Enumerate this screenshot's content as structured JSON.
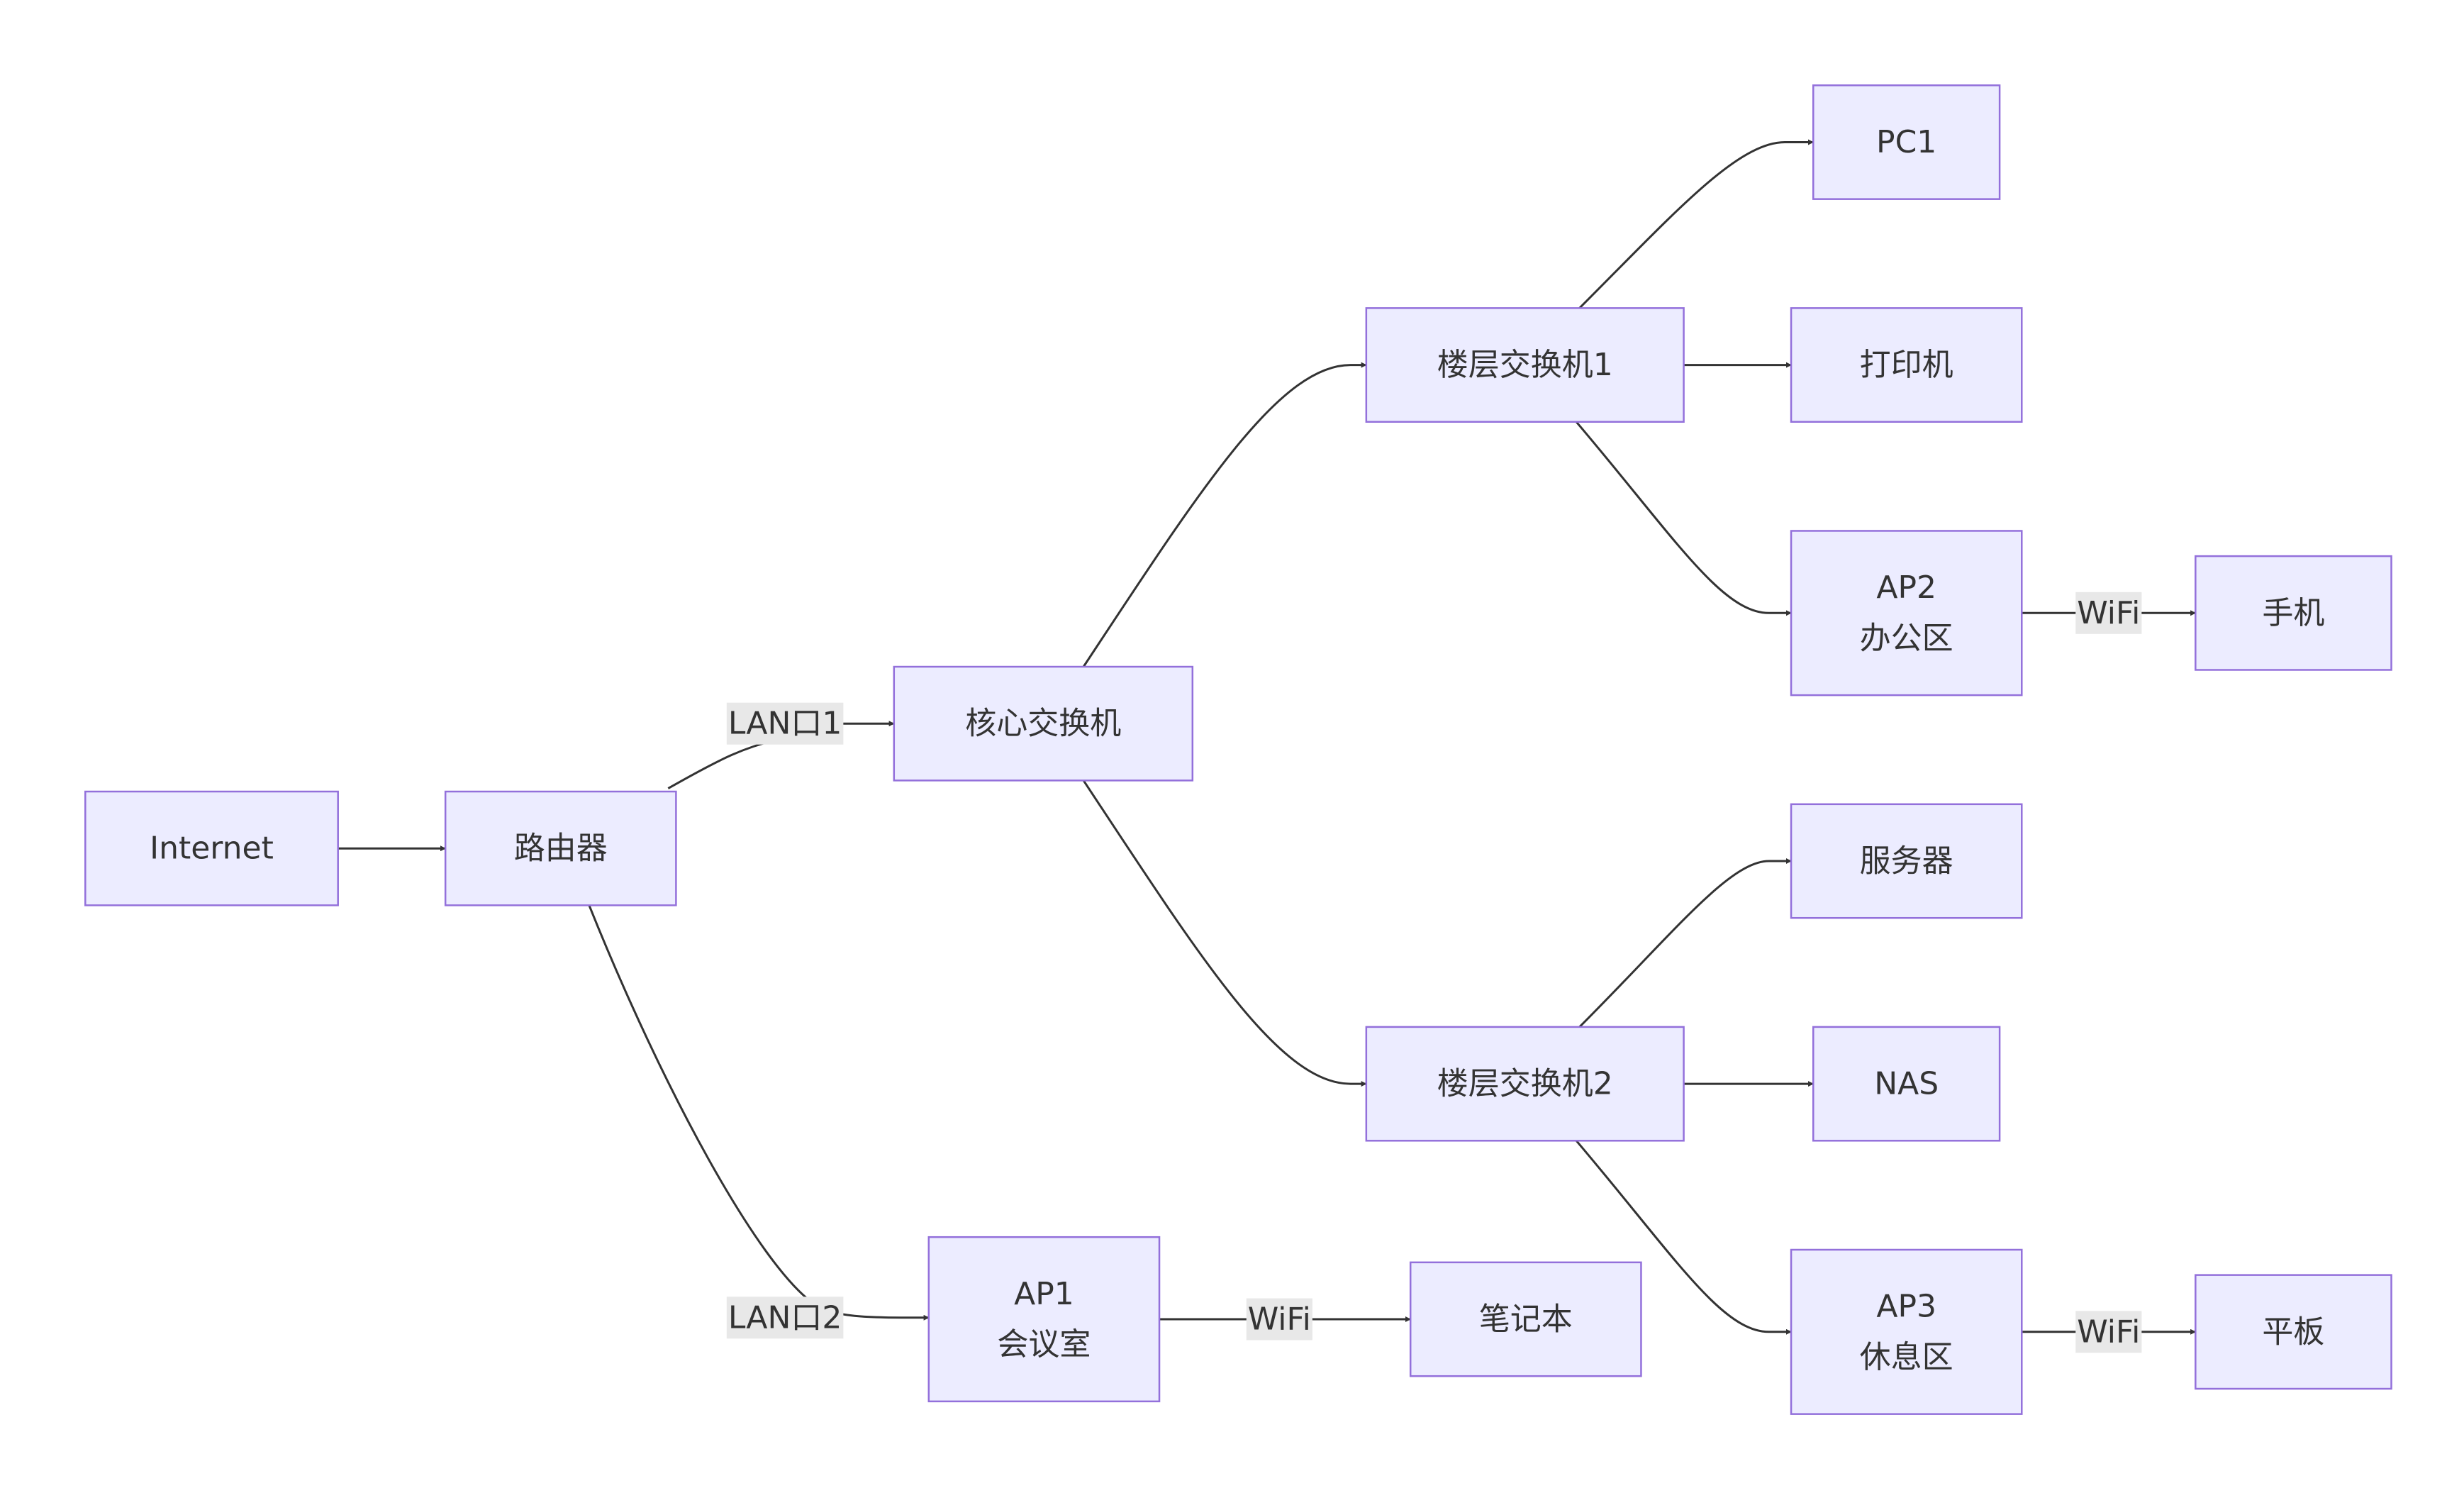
{
  "diagram": {
    "type": "flowchart",
    "colors": {
      "node_fill": "#ECECFF",
      "node_stroke": "#9370DB",
      "edge": "#333333",
      "label_bg": "#e8e8e8"
    },
    "nodes": [
      {
        "id": "internet",
        "lines": [
          "Internet"
        ]
      },
      {
        "id": "router",
        "lines": [
          "路由器"
        ]
      },
      {
        "id": "core_switch",
        "lines": [
          "核心交换机"
        ]
      },
      {
        "id": "floor_switch_1",
        "lines": [
          "楼层交换机1"
        ]
      },
      {
        "id": "floor_switch_2",
        "lines": [
          "楼层交换机2"
        ]
      },
      {
        "id": "pc1",
        "lines": [
          "PC1"
        ]
      },
      {
        "id": "printer",
        "lines": [
          "打印机"
        ]
      },
      {
        "id": "ap2",
        "lines": [
          "AP2",
          "办公区"
        ]
      },
      {
        "id": "phone",
        "lines": [
          "手机"
        ]
      },
      {
        "id": "server",
        "lines": [
          "服务器"
        ]
      },
      {
        "id": "nas",
        "lines": [
          "NAS"
        ]
      },
      {
        "id": "ap3",
        "lines": [
          "AP3",
          "休息区"
        ]
      },
      {
        "id": "tablet",
        "lines": [
          "平板"
        ]
      },
      {
        "id": "ap1",
        "lines": [
          "AP1",
          "会议室"
        ]
      },
      {
        "id": "laptop",
        "lines": [
          "笔记本"
        ]
      }
    ],
    "edges": [
      {
        "from": "internet",
        "to": "router",
        "label": ""
      },
      {
        "from": "router",
        "to": "core_switch",
        "label": "LAN口1"
      },
      {
        "from": "router",
        "to": "ap1",
        "label": "LAN口2"
      },
      {
        "from": "core_switch",
        "to": "floor_switch_1",
        "label": ""
      },
      {
        "from": "core_switch",
        "to": "floor_switch_2",
        "label": ""
      },
      {
        "from": "floor_switch_1",
        "to": "pc1",
        "label": ""
      },
      {
        "from": "floor_switch_1",
        "to": "printer",
        "label": ""
      },
      {
        "from": "floor_switch_1",
        "to": "ap2",
        "label": ""
      },
      {
        "from": "ap2",
        "to": "phone",
        "label": "WiFi"
      },
      {
        "from": "floor_switch_2",
        "to": "server",
        "label": ""
      },
      {
        "from": "floor_switch_2",
        "to": "nas",
        "label": ""
      },
      {
        "from": "floor_switch_2",
        "to": "ap3",
        "label": ""
      },
      {
        "from": "ap3",
        "to": "tablet",
        "label": "WiFi"
      },
      {
        "from": "ap1",
        "to": "laptop",
        "label": "WiFi"
      }
    ]
  }
}
